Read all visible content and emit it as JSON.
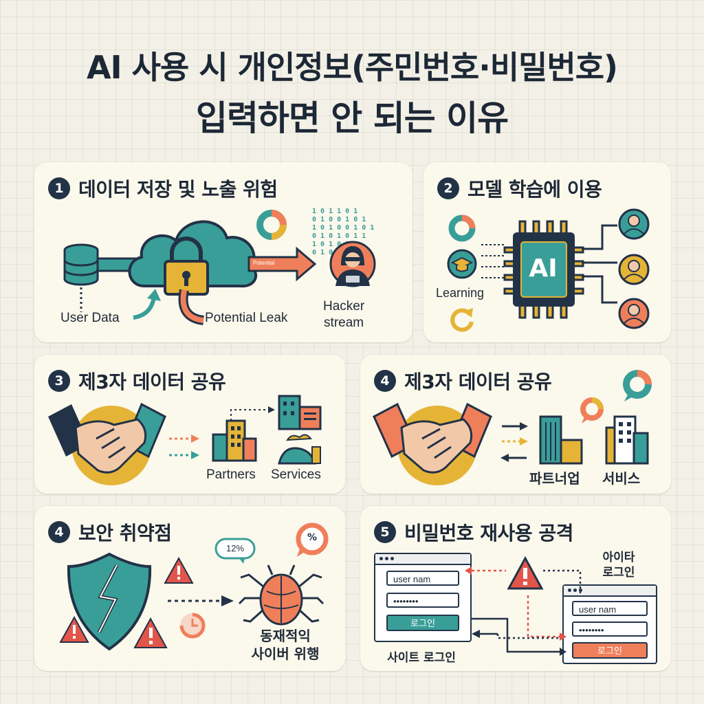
{
  "title": {
    "line1": "AI 사용 시 개인정보(주민번호·비밀번호)",
    "line2": "입력하면 안 되는 이유"
  },
  "cards": [
    {
      "number": "1",
      "title": "데이터 저장 및 노출 위험",
      "labels": {
        "user_data": "User Data",
        "potential_leak": "Potential Leak",
        "hacker": "Hacker",
        "stream": "stream",
        "tag": "Potential"
      }
    },
    {
      "number": "2",
      "title": "모델 학습에 이용",
      "labels": {
        "learning": "Learning",
        "chip": "AI"
      }
    },
    {
      "number": "3",
      "title": "제3자 데이터 공유",
      "labels": {
        "partners": "Partners",
        "services": "Services"
      }
    },
    {
      "number": "4",
      "title": "제3자 데이터 공유",
      "labels": {
        "partners": "파트너업",
        "services": "서비스"
      }
    },
    {
      "number": "4",
      "title": "보안 취약점",
      "labels": {
        "badge": "12%",
        "bubble": "%",
        "threat_line1": "동재적익",
        "threat_line2": "사이버 위행"
      }
    },
    {
      "number": "5",
      "title": "비밀번호 재사용 공격",
      "labels": {
        "username": "user nam",
        "password": "••••••••",
        "login": "로그인",
        "site_login": "사이트 로그인",
        "other_line1": "아이타",
        "other_line2": "로그인"
      }
    }
  ],
  "colors": {
    "navy": "#223247",
    "teal": "#3a9e98",
    "red": "#e2554a",
    "yellow": "#e5b437",
    "orange": "#ef7f5a",
    "card": "#fbf8ec"
  }
}
